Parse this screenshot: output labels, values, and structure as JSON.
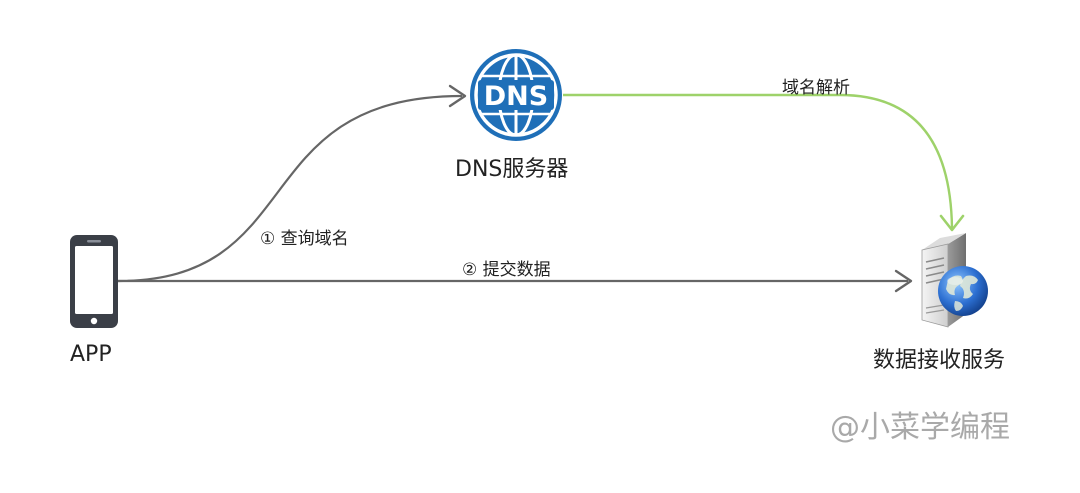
{
  "nodes": {
    "app": {
      "label": "APP",
      "icon": "smartphone-icon"
    },
    "dns": {
      "label": "DNS服务器",
      "icon": "dns-globe-icon",
      "icon_text": "DNS"
    },
    "server": {
      "label": "数据接收服务",
      "icon": "web-server-globe-icon"
    }
  },
  "edges": {
    "query": {
      "label": "① 查询域名",
      "from": "app",
      "to": "dns",
      "color": "#666666"
    },
    "submit": {
      "label": "② 提交数据",
      "from": "app",
      "to": "server",
      "color": "#666666"
    },
    "resolve": {
      "label": "域名解析",
      "from": "dns",
      "to": "server",
      "color": "#9ed26a"
    }
  },
  "colors": {
    "dns_blue": "#1f6fb8",
    "arrow_gray": "#666666",
    "arrow_green": "#9ed26a",
    "phone_dark": "#3b3f47"
  },
  "watermark": "@小菜学编程"
}
